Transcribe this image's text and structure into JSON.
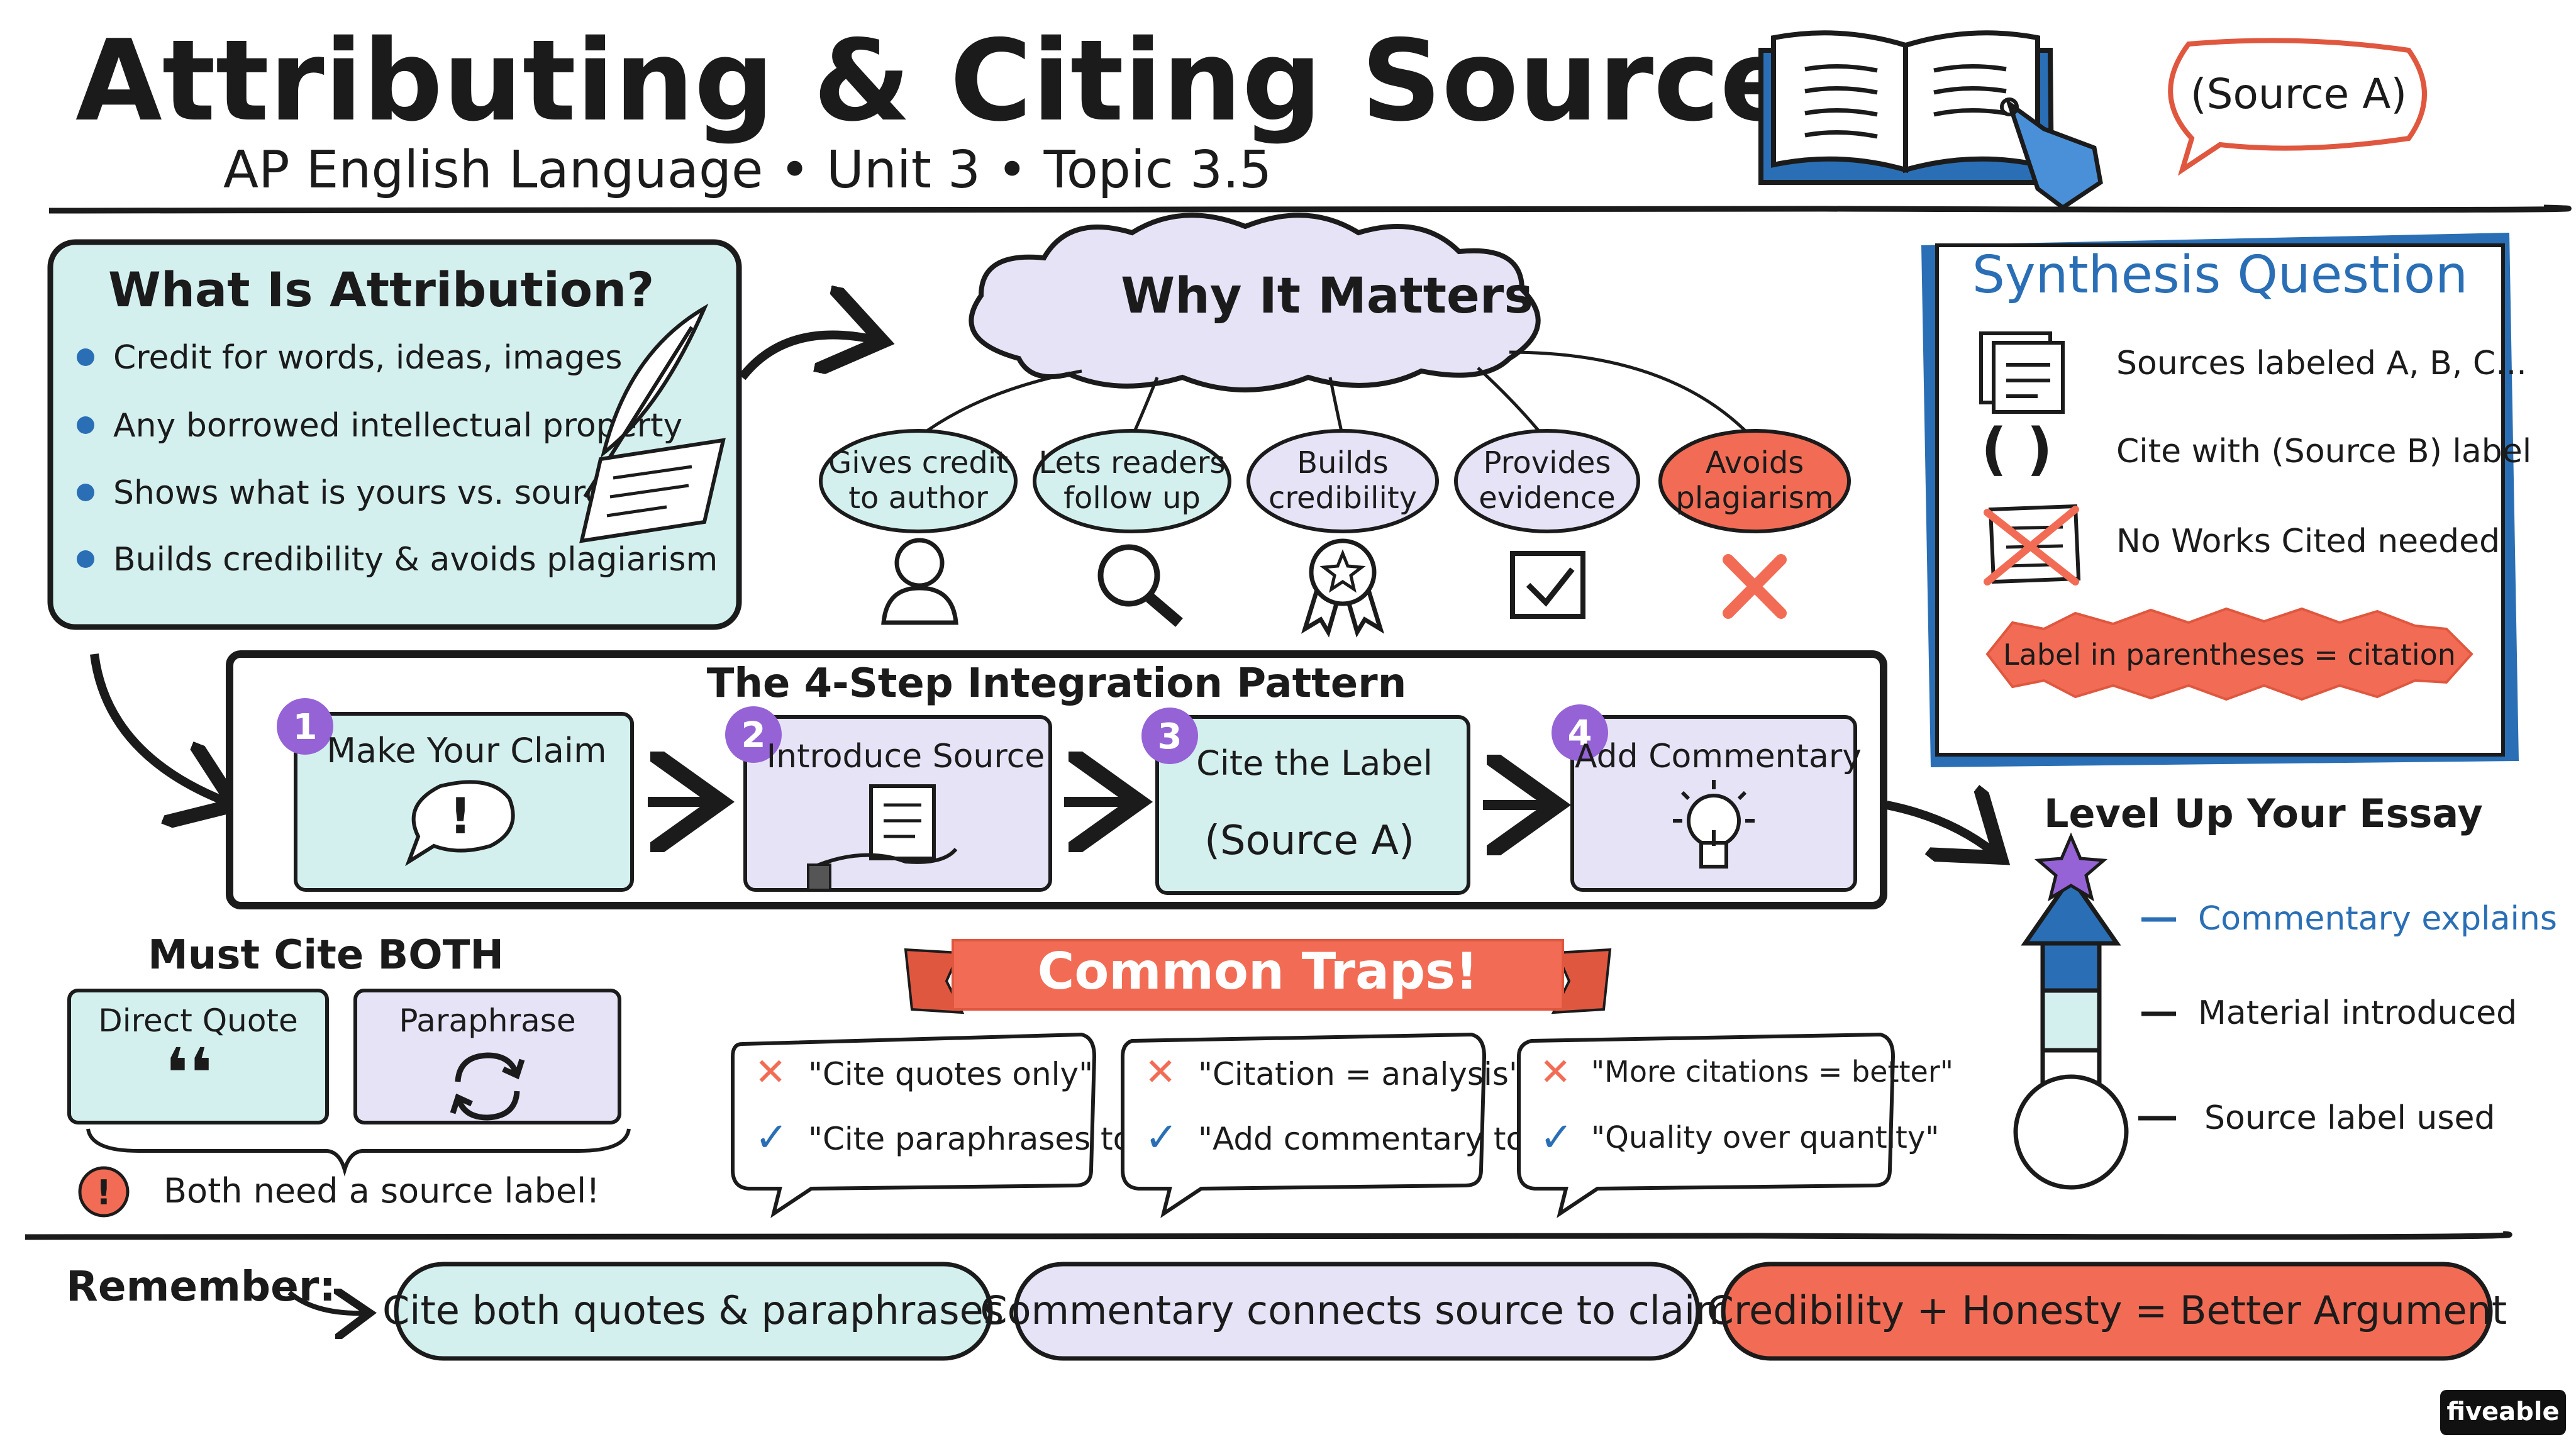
{
  "header": {
    "title": "Attributing & Citing Sources",
    "subtitle": "AP English Language • Unit 3 • Topic 3.5",
    "source_bubble": "(Source A)"
  },
  "what_is": {
    "title": "What Is Attribution?",
    "bullets": [
      "Credit for words, ideas, images",
      "Any borrowed intellectual property",
      "Shows what is yours vs. source's",
      "Builds credibility & avoids plagiarism"
    ]
  },
  "why": {
    "title": "Why It Matters",
    "items": [
      {
        "l1": "Gives credit",
        "l2": "to author"
      },
      {
        "l1": "Lets readers",
        "l2": "follow up"
      },
      {
        "l1": "Builds",
        "l2": "credibility"
      },
      {
        "l1": "Provides",
        "l2": "evidence"
      },
      {
        "l1": "Avoids",
        "l2": "plagiarism"
      }
    ]
  },
  "synthesis": {
    "title": "Synthesis Question",
    "items": [
      "Sources labeled A, B, C...",
      "Cite with (Source B) label",
      "No Works Cited needed"
    ],
    "paren_glyph": "( )",
    "banner": "Label in parentheses = citation"
  },
  "steps": {
    "title": "The 4-Step Integration Pattern",
    "items": [
      {
        "num": "1",
        "label": "Make Your Claim"
      },
      {
        "num": "2",
        "label": "Introduce Source"
      },
      {
        "num": "3",
        "label": "Cite the Label",
        "extra": "(Source A)"
      },
      {
        "num": "4",
        "label": "Add Commentary"
      }
    ],
    "bang": "!"
  },
  "must_cite": {
    "title": "Must Cite BOTH",
    "left": "Direct Quote",
    "right": "Paraphrase",
    "quote_glyph": "❛❛",
    "note": "Both need a source label!",
    "note_mark": "!"
  },
  "traps": {
    "title": "Common Traps!",
    "items": [
      {
        "wrong": "\"Cite quotes only\"",
        "right": "\"Cite paraphrases too\""
      },
      {
        "wrong": "\"Citation = analysis\"",
        "right": "\"Add commentary too\""
      },
      {
        "wrong": "\"More citations = better\"",
        "right": "\"Quality over quantity\""
      }
    ]
  },
  "level_up": {
    "title": "Level Up Your Essay",
    "labels": [
      "Commentary explains",
      "Material introduced",
      "Source label used"
    ]
  },
  "remember": {
    "label": "Remember:",
    "pills": [
      "Cite both quotes & paraphrases",
      "Commentary connects source to claim",
      "Credibility + Honesty = Better Argument"
    ]
  },
  "brand": "fiveable",
  "colors": {
    "teal": "#d3f0ef",
    "lavender": "#e7e3f7",
    "coral": "#f26c55",
    "blue": "#2a6fb5",
    "purple": "#9563d6",
    "ink": "#1b1b1b"
  }
}
